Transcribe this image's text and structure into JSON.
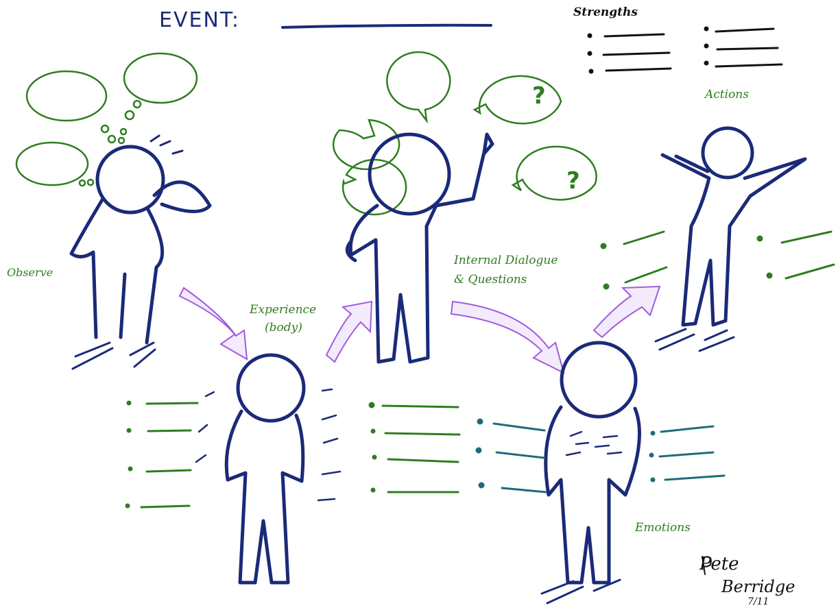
{
  "title": "EVENT:",
  "strengths_label": "Strengths",
  "labels": {
    "actions": "Actions",
    "observe": "Observe",
    "experience": "Experience",
    "experience_sub": "(body)",
    "internal_dialogue": "Internal Dialogue",
    "questions": "& Questions",
    "emotions": "Emotions"
  },
  "question_mark": "?",
  "signature": [
    "Pete",
    "Berridge",
    "7/11"
  ],
  "colors": {
    "figure": "#1b2a78",
    "bubble": "#2e7d1f",
    "arrow": "#a05ae0",
    "lines_teal": "#1f6b7a",
    "lines_green": "#2e7d1f"
  }
}
